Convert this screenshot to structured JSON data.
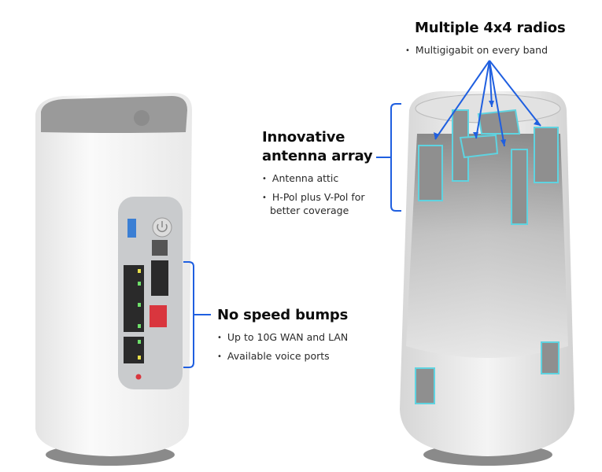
{
  "callouts": {
    "radios": {
      "title": "Multiple 4x4 radios",
      "bullets": [
        "Multigigabit on every band"
      ]
    },
    "antenna": {
      "title_line1": "Innovative",
      "title_line2": "antenna array",
      "bullets": [
        "Antenna attic",
        "H-Pol plus V-Pol for",
        "better coverage"
      ]
    },
    "ports": {
      "title": "No speed bumps",
      "bullets": [
        "Up to 10G WAN and LAN",
        "Available voice ports"
      ]
    }
  },
  "colors": {
    "accent_blue": "#1f5fe0",
    "antenna_highlight": "#5fd3e0",
    "voice_port_red": "#d9363e",
    "device_white": "#f3f3f3",
    "panel_grey": "#c9cbcd"
  },
  "icons": [
    "power-icon",
    "usb-port-icon",
    "qr-code-icon",
    "ethernet-port-icon",
    "reset-button-icon"
  ]
}
